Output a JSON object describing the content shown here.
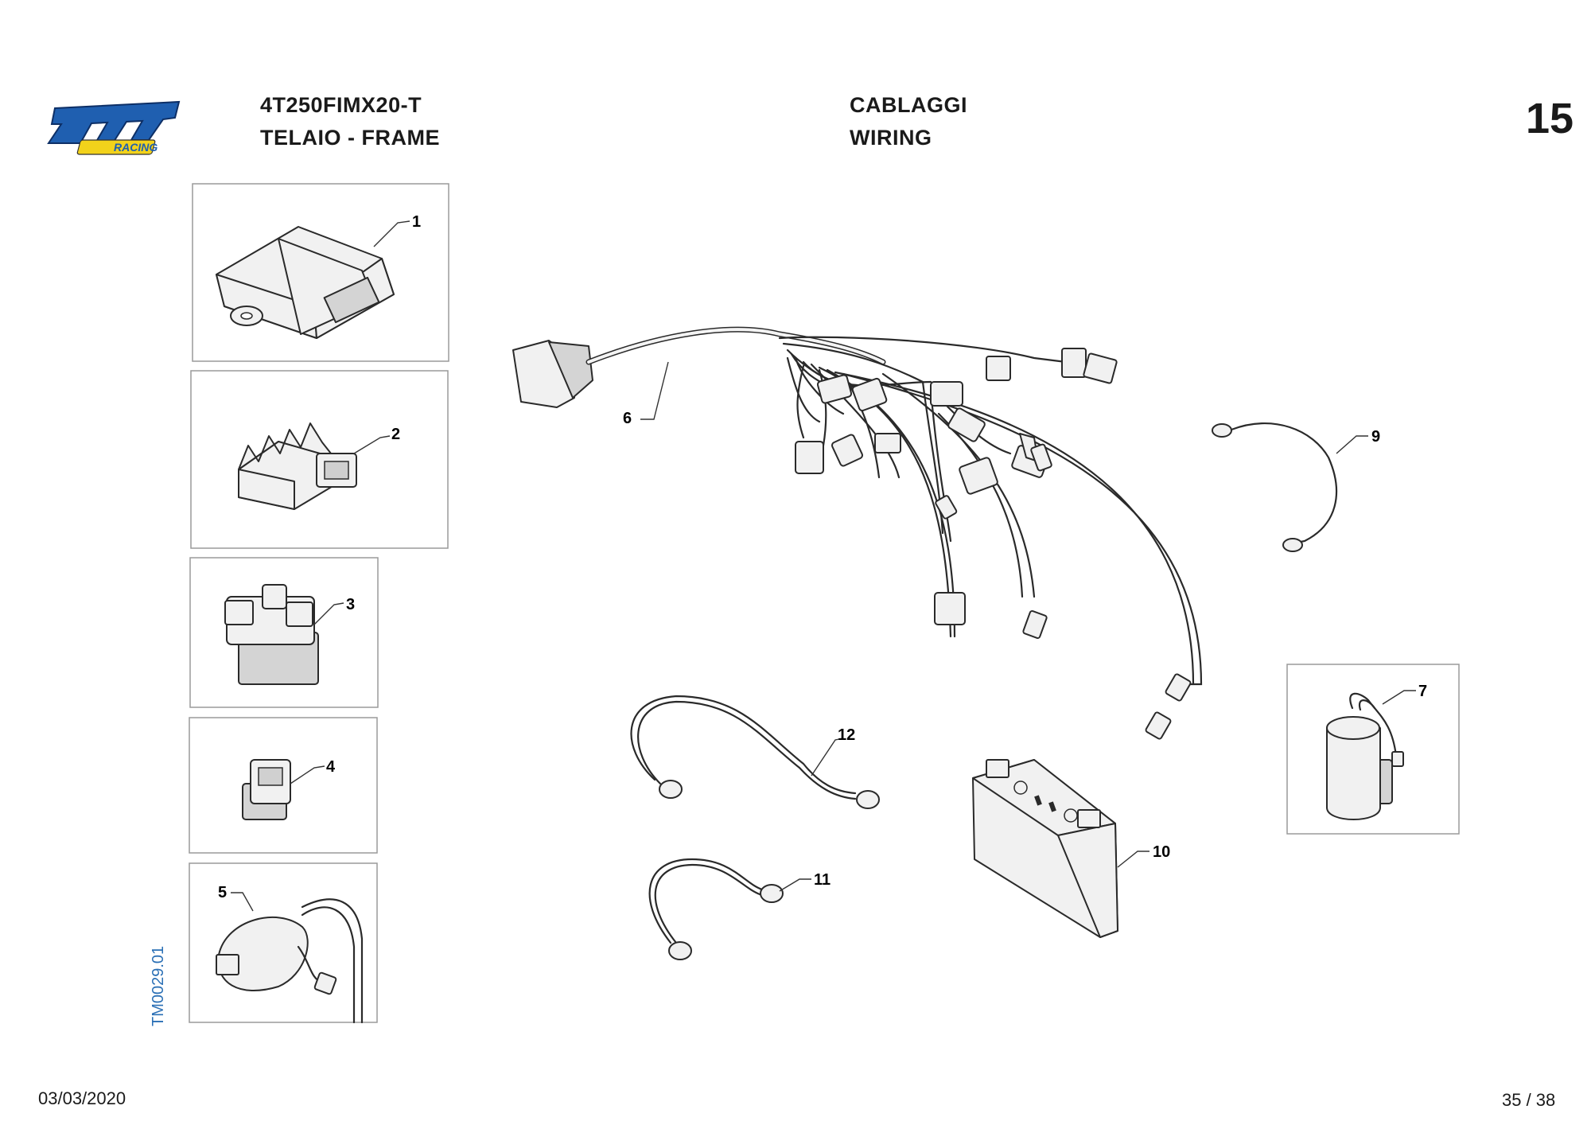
{
  "header": {
    "brand_line1": "tm",
    "brand_line2": "RACING",
    "model_code": "4T250FIMX20-T",
    "group_it_en": "TELAIO - FRAME",
    "section_it": "CABLAGGI",
    "section_en": "WIRING",
    "table_number": "15"
  },
  "side_code": "TM0029.01",
  "footer": {
    "date": "03/03/2020",
    "page": "35 / 38"
  },
  "callouts": [
    "1",
    "2",
    "3",
    "4",
    "5",
    "6",
    "7",
    "9",
    "10",
    "11",
    "12"
  ]
}
